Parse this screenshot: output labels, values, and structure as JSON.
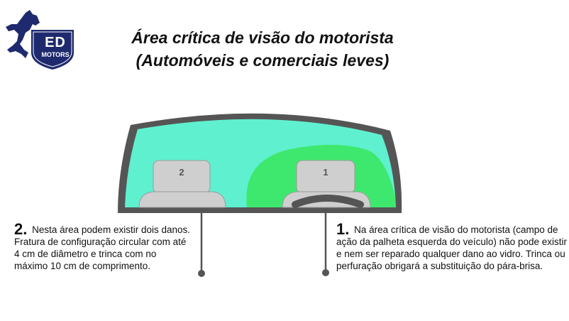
{
  "logo": {
    "line1": "ED",
    "line2": "MOTORS",
    "color": "#1f2a6e"
  },
  "title": {
    "line1": "Área crítica de visão do motorista",
    "line2": "(Automóveis e comerciais leves)"
  },
  "seats": {
    "left_label": "2",
    "right_label": "1"
  },
  "colors": {
    "glass": "#5ff0d0",
    "critical_area": "#3ee86e",
    "frame": "#555555",
    "seat": "#cfcfcf"
  },
  "notes": {
    "area2": {
      "number": "2.",
      "text": "Nesta área podem existir dois danos. Fratura de configuração circular com até 4 cm de diâmetro e trinca com no máximo 10 cm de comprimento."
    },
    "area1": {
      "number": "1.",
      "text": "Na área crítica de visão do motorista (campo de ação da palheta esquerda do veículo) não pode existir e nem ser reparado qualquer dano ao vidro. Trinca ou perfuração obrigará a substituição do pára-brisa."
    }
  }
}
